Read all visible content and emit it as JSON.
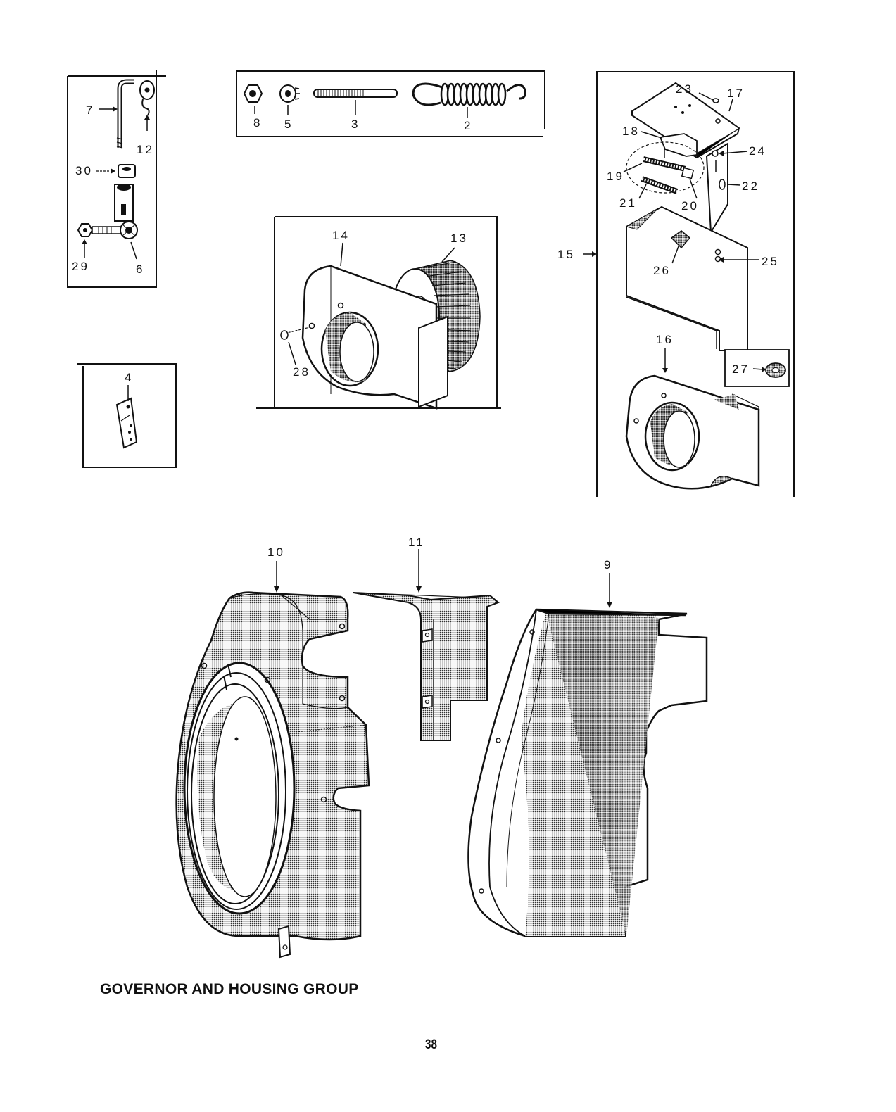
{
  "title": "GOVERNOR AND HOUSING GROUP",
  "page_number": "38",
  "callouts": {
    "c2": "2",
    "c3": "3",
    "c4": "4",
    "c5": "5",
    "c6": "6",
    "c7": "7",
    "c8": "8",
    "c9": "9",
    "c10": "10",
    "c11": "11",
    "c12": "12",
    "c13": "13",
    "c14": "14",
    "c15": "15",
    "c16": "16",
    "c17": "17",
    "c18": "18",
    "c19": "19",
    "c20": "20",
    "c21": "21",
    "c22": "22",
    "c23": "23",
    "c24": "24",
    "c25": "25",
    "c26": "26",
    "c27": "27",
    "c28": "28",
    "c29": "29",
    "c30": "30"
  }
}
